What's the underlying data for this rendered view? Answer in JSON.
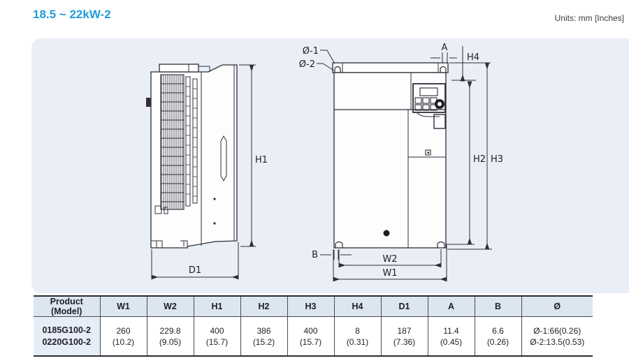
{
  "page": {
    "title": "18.5 ~ 22kW-2",
    "units_label": "Units: mm [Inches]"
  },
  "diagram": {
    "labels": {
      "h1": "H1",
      "d1": "D1",
      "dia1": "Ø-1",
      "dia2": "Ø-2",
      "a": "A",
      "h4": "H4",
      "h2": "H2",
      "h3": "H3",
      "b": "B",
      "w2": "W2",
      "w1": "W1"
    }
  },
  "table": {
    "headers": [
      "Product (Model)",
      "W1",
      "W2",
      "H1",
      "H2",
      "H3",
      "H4",
      "D1",
      "A",
      "B",
      "Ø"
    ],
    "row": {
      "models": [
        "0185G100-2",
        "0220G100-2"
      ],
      "values": [
        {
          "mm": "260",
          "in": "(10.2)"
        },
        {
          "mm": "229.8",
          "in": "(9.05)"
        },
        {
          "mm": "400",
          "in": "(15.7)"
        },
        {
          "mm": "386",
          "in": "(15.2)"
        },
        {
          "mm": "400",
          "in": "(15.7)"
        },
        {
          "mm": "8",
          "in": "(0.31)"
        },
        {
          "mm": "187",
          "in": "(7.36)"
        },
        {
          "mm": "11.4",
          "in": "(0.45)"
        },
        {
          "mm": "6.6",
          "in": "(0.26)"
        }
      ],
      "diameters": [
        "Ø-1:66(0.26)",
        "Ø-2:13.5(0.53)"
      ]
    }
  },
  "colors": {
    "accent": "#1f9cd9",
    "panel_background": "#e9eef7",
    "table_header_background": "#dce6f1",
    "drawing_line": "#2e2e38"
  }
}
